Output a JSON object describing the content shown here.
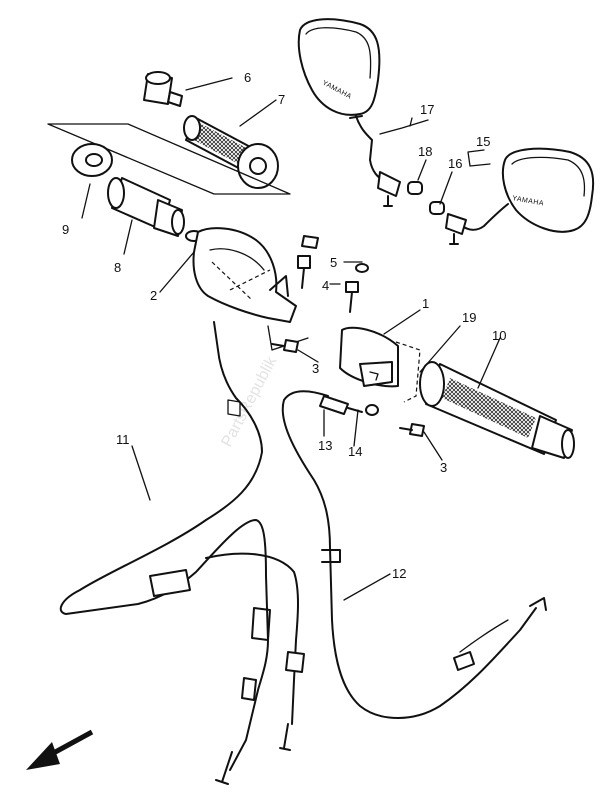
{
  "watermark": "PartsRepublik",
  "brand": "YAMAHA",
  "callouts": [
    "1",
    "2",
    "3",
    "3",
    "4",
    "5",
    "6",
    "7",
    "8",
    "9",
    "10",
    "11",
    "12",
    "13",
    "14",
    "15",
    "16",
    "17",
    "18",
    "19"
  ]
}
